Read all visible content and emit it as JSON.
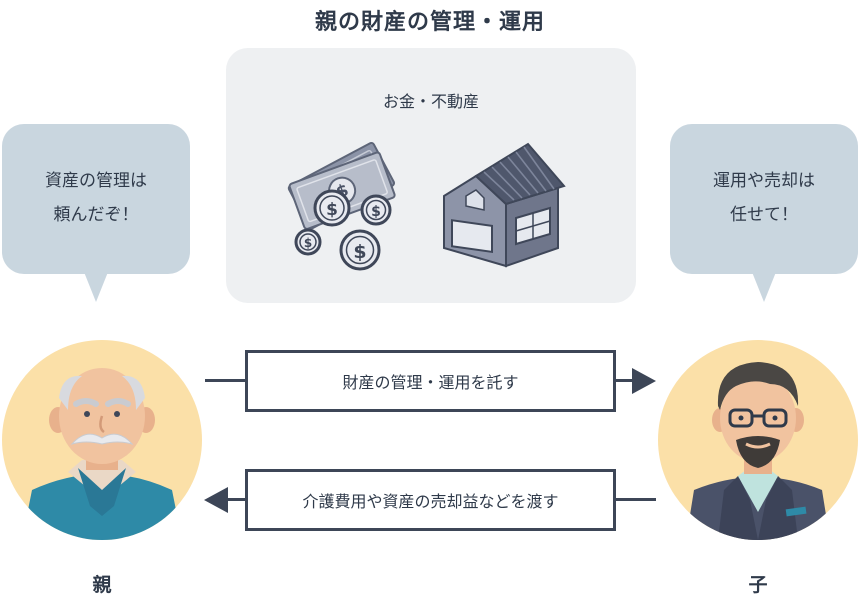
{
  "title": "親の財産の管理・運用",
  "assets": {
    "label": "お金・不動産",
    "icons": [
      "money-icon",
      "coins-icon",
      "house-icon"
    ]
  },
  "parent": {
    "speech_line1": "資産の管理は",
    "speech_line2": "頼んだぞ！",
    "name": "親"
  },
  "child": {
    "speech_line1": "運用や売却は",
    "speech_line2": "任せて！",
    "name": "子"
  },
  "flows": {
    "to_child": "財産の管理・運用を託す",
    "to_parent": "介護費用や資産の売却益などを渡す"
  },
  "colors": {
    "bubble": "#c9d6df",
    "panel": "#eef0f2",
    "avatar_bg": "#fbe0a8",
    "line": "#3d4657"
  }
}
